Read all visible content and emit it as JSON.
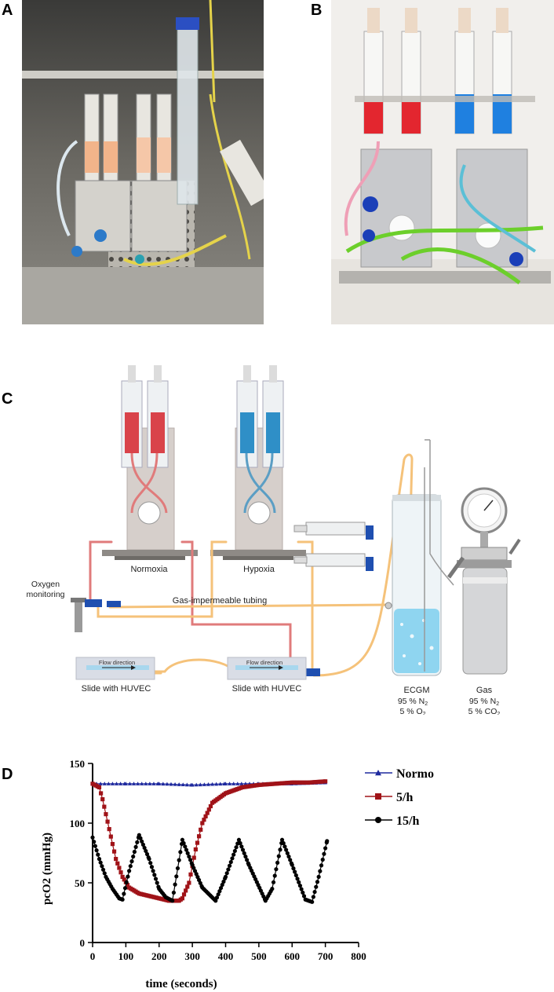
{
  "panels": {
    "a": "A",
    "b": "B",
    "c": "C",
    "d": "D"
  },
  "diagram": {
    "normoxia": "Normoxia",
    "hypoxia": "Hypoxia",
    "oxygen_monitoring_1": "Oxygen",
    "oxygen_monitoring_2": "monitoring",
    "tubing": "Gas-impermeable tubing",
    "flow_direction": "Flow direction",
    "slide_left": "Slide with HUVEC",
    "slide_right": "Slide with HUVEC",
    "ecgm": "ECGM",
    "ecgm_n2": "95 % N",
    "ecgm_o2": "5 % O",
    "gas": "Gas",
    "gas_n2": "95 % N",
    "gas_co2": "5 % CO",
    "sub2": "2"
  },
  "colors": {
    "red_tube": "#e07b7b",
    "orange_tube": "#f5c27a",
    "red_medium": "#d9434a",
    "blue_medium": "#2f8fc7",
    "normo": "#1f2a9e",
    "h5": "#a01318",
    "h15": "#000000"
  },
  "chart_data": {
    "type": "line",
    "xlabel": "time (seconds)",
    "ylabel": "pcO2 (mmHg)",
    "xlim": [
      0,
      800
    ],
    "ylim": [
      0,
      150
    ],
    "xticks": [
      0,
      100,
      200,
      300,
      400,
      500,
      600,
      700,
      800
    ],
    "yticks": [
      0,
      50,
      100,
      150
    ],
    "legend_position": "right",
    "series": [
      {
        "name": "Normo",
        "marker": "triangle",
        "x": [
          0,
          100,
          200,
          300,
          400,
          500,
          600,
          700
        ],
        "y": [
          133,
          133,
          133,
          132,
          133,
          133,
          133,
          134
        ]
      },
      {
        "name": "5/h",
        "marker": "square",
        "x": [
          0,
          20,
          30,
          50,
          70,
          90,
          110,
          140,
          170,
          200,
          230,
          260,
          270,
          290,
          310,
          330,
          360,
          400,
          450,
          500,
          550,
          600,
          650,
          700
        ],
        "y": [
          133,
          130,
          120,
          95,
          70,
          55,
          46,
          41,
          39,
          37,
          35,
          35,
          37,
          50,
          78,
          100,
          117,
          125,
          130,
          132,
          133,
          134,
          134,
          135
        ]
      },
      {
        "name": "15/h",
        "marker": "circle",
        "x": [
          0,
          20,
          40,
          60,
          80,
          90,
          110,
          140,
          170,
          200,
          220,
          240,
          270,
          300,
          330,
          370,
          400,
          440,
          470,
          520,
          540,
          570,
          600,
          640,
          660,
          680,
          705
        ],
        "y": [
          88,
          70,
          55,
          45,
          37,
          36,
          60,
          90,
          70,
          45,
          38,
          35,
          86,
          65,
          46,
          35,
          55,
          86,
          65,
          35,
          45,
          86,
          65,
          36,
          34,
          55,
          85
        ]
      }
    ]
  }
}
